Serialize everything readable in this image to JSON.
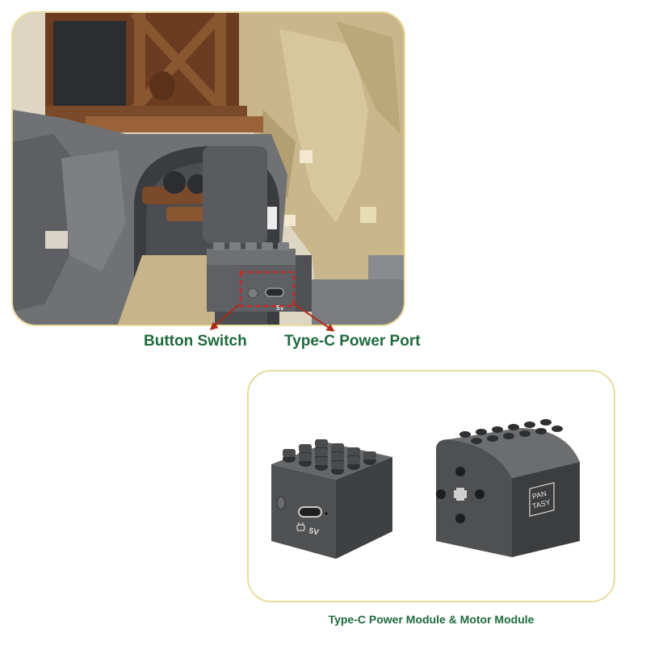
{
  "captions": {
    "button_switch": "Button Switch",
    "type_c_port": "Type-C Power Port",
    "modules": "Type-C Power Module & Motor Module"
  },
  "markings": {
    "voltage": "5V",
    "logo_line1": "PAN",
    "logo_line2": "TASY"
  },
  "colors": {
    "caption_green": "#1e6a3d",
    "arrow_red": "#b02a1a",
    "frame_gold": "#e8dc9c",
    "brick_dark_gray": "#5a5c5f",
    "brick_tan": "#c8b68e",
    "brick_brown": "#7a4a2a"
  },
  "icons": [
    "power-plug-icon",
    "usb-c-port-icon",
    "axle-cross-icon",
    "pantasy-logo-icon"
  ]
}
